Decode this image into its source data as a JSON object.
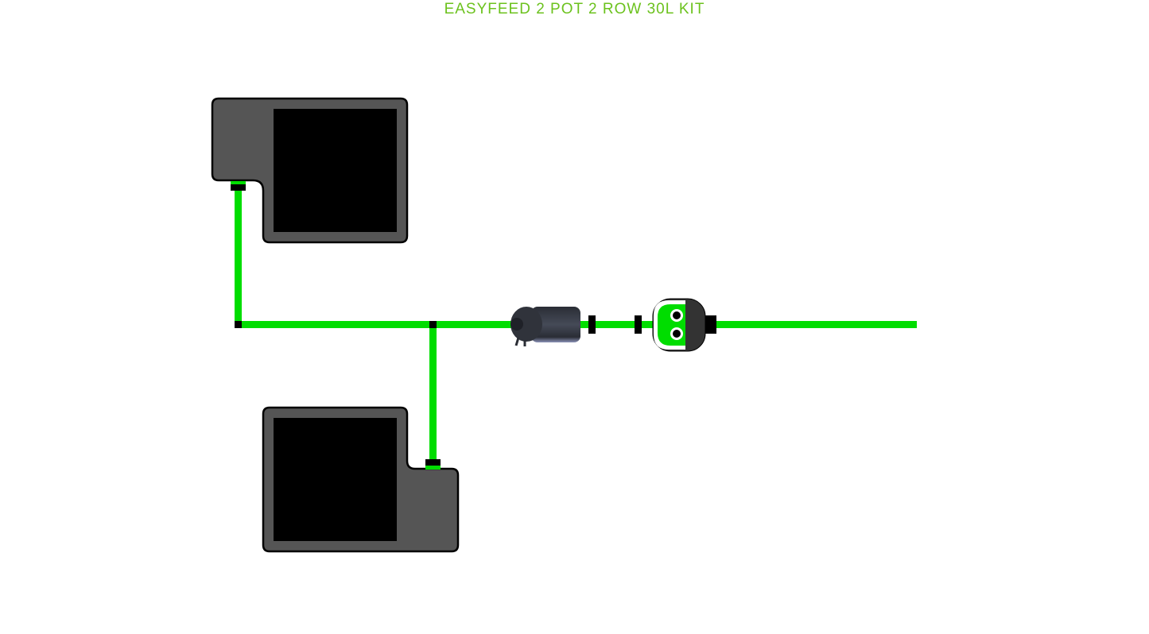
{
  "title": "EASYFEED 2 POT 2 ROW 30L KIT",
  "colors": {
    "title": "#6cc21e",
    "pipe": "#00dd00",
    "pot_outer": "#555555",
    "pot_inner": "#000000",
    "connector": "#000000"
  },
  "components": {
    "pots": [
      "pot-top",
      "pot-bottom"
    ],
    "inline": [
      "filter",
      "timer-valve"
    ]
  }
}
